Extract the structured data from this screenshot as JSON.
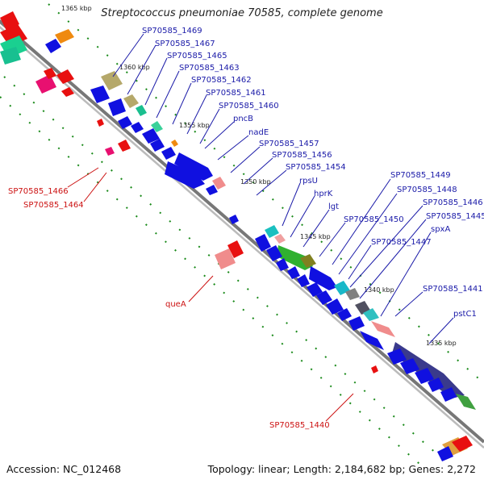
{
  "title": "Streptococcus pneumoniae 70585, complete genome",
  "footer": {
    "accession": "Accession: NC_012468",
    "summary": "Topology: linear; Length: 2,184,682 bp; Genes: 2,272"
  },
  "colors": {
    "gene_blue": "#1010e0",
    "label_blue": "#1a1aa8",
    "label_red": "#cc1111",
    "axis": "#888888",
    "tick_green": "#118811"
  },
  "ticks": [
    "1365 kbp",
    "1360 kbp",
    "1355 kbp",
    "1350 kbp",
    "1345 kbp",
    "1340 kbp",
    "1335 kbp"
  ],
  "blue_labels": [
    "SP70585_1469",
    "SP70585_1467",
    "SP70585_1465",
    "SP70585_1463",
    "SP70585_1462",
    "SP70585_1461",
    "SP70585_1460",
    "pncB",
    "nadE",
    "SP70585_1457",
    "SP70585_1456",
    "SP70585_1454",
    "rpsU",
    "hprK",
    "lgt",
    "SP70585_1450",
    "SP70585_1449",
    "SP70585_1448",
    "SP70585_1446",
    "SP70585_1445",
    "spxA",
    "SP70585_1447",
    "SP70585_1441",
    "pstC1"
  ],
  "red_labels": [
    "SP70585_1466",
    "SP70585_1464",
    "queA",
    "SP70585_1440"
  ]
}
